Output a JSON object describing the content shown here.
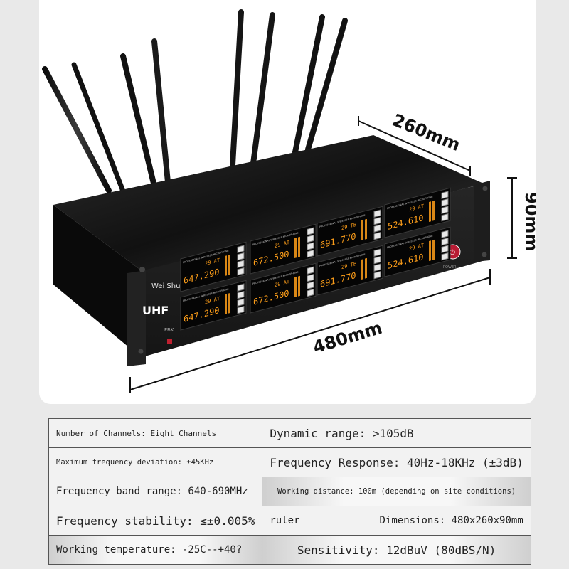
{
  "device": {
    "brand": "Wei Shu",
    "band": "UHF",
    "button_label": "FBK",
    "power_label": "POWER",
    "channel_header": "PROFESSIONAL WIRELESS MICROPHONE",
    "channels": [
      {
        "freq": "647.290",
        "ch": "29",
        "af": "AT"
      },
      {
        "freq": "672.500",
        "ch": "29",
        "af": "AT"
      },
      {
        "freq": "691.770",
        "ch": "29",
        "af": "TB"
      },
      {
        "freq": "524.610",
        "ch": "29",
        "af": "AT"
      },
      {
        "freq": "647.290",
        "ch": "29",
        "af": "AT"
      },
      {
        "freq": "672.500",
        "ch": "29",
        "af": "AT"
      },
      {
        "freq": "691.770",
        "ch": "29",
        "af": "TB"
      },
      {
        "freq": "524.610",
        "ch": "29",
        "af": "AT"
      }
    ]
  },
  "dimensions": {
    "depth": "260mm",
    "height": "90mm",
    "width": "480mm"
  },
  "specs": {
    "rows": [
      {
        "left": "Number of Channels: Eight Channels",
        "right": "Dynamic range: >105dB"
      },
      {
        "left": "Maximum frequency deviation: ±45KHz",
        "right": "Frequency Response: 40Hz-18KHz (±3dB)"
      },
      {
        "left": "Frequency band range: 640-690MHz",
        "right": "Working distance: 100m (depending on site conditions)"
      },
      {
        "left": "Frequency stability: ≤±0.005%",
        "right_prefix": "ruler",
        "right": "Dimensions: 480x260x90mm"
      },
      {
        "left": "Working temperature: -25C--+40?",
        "right": "Sensitivity: 12dBuV (80dBS/N)"
      }
    ]
  },
  "colors": {
    "display": "#ff9f1a",
    "chassis": "#1b1b1b",
    "panel": "#2a2a2a",
    "power": "#d0203a"
  }
}
